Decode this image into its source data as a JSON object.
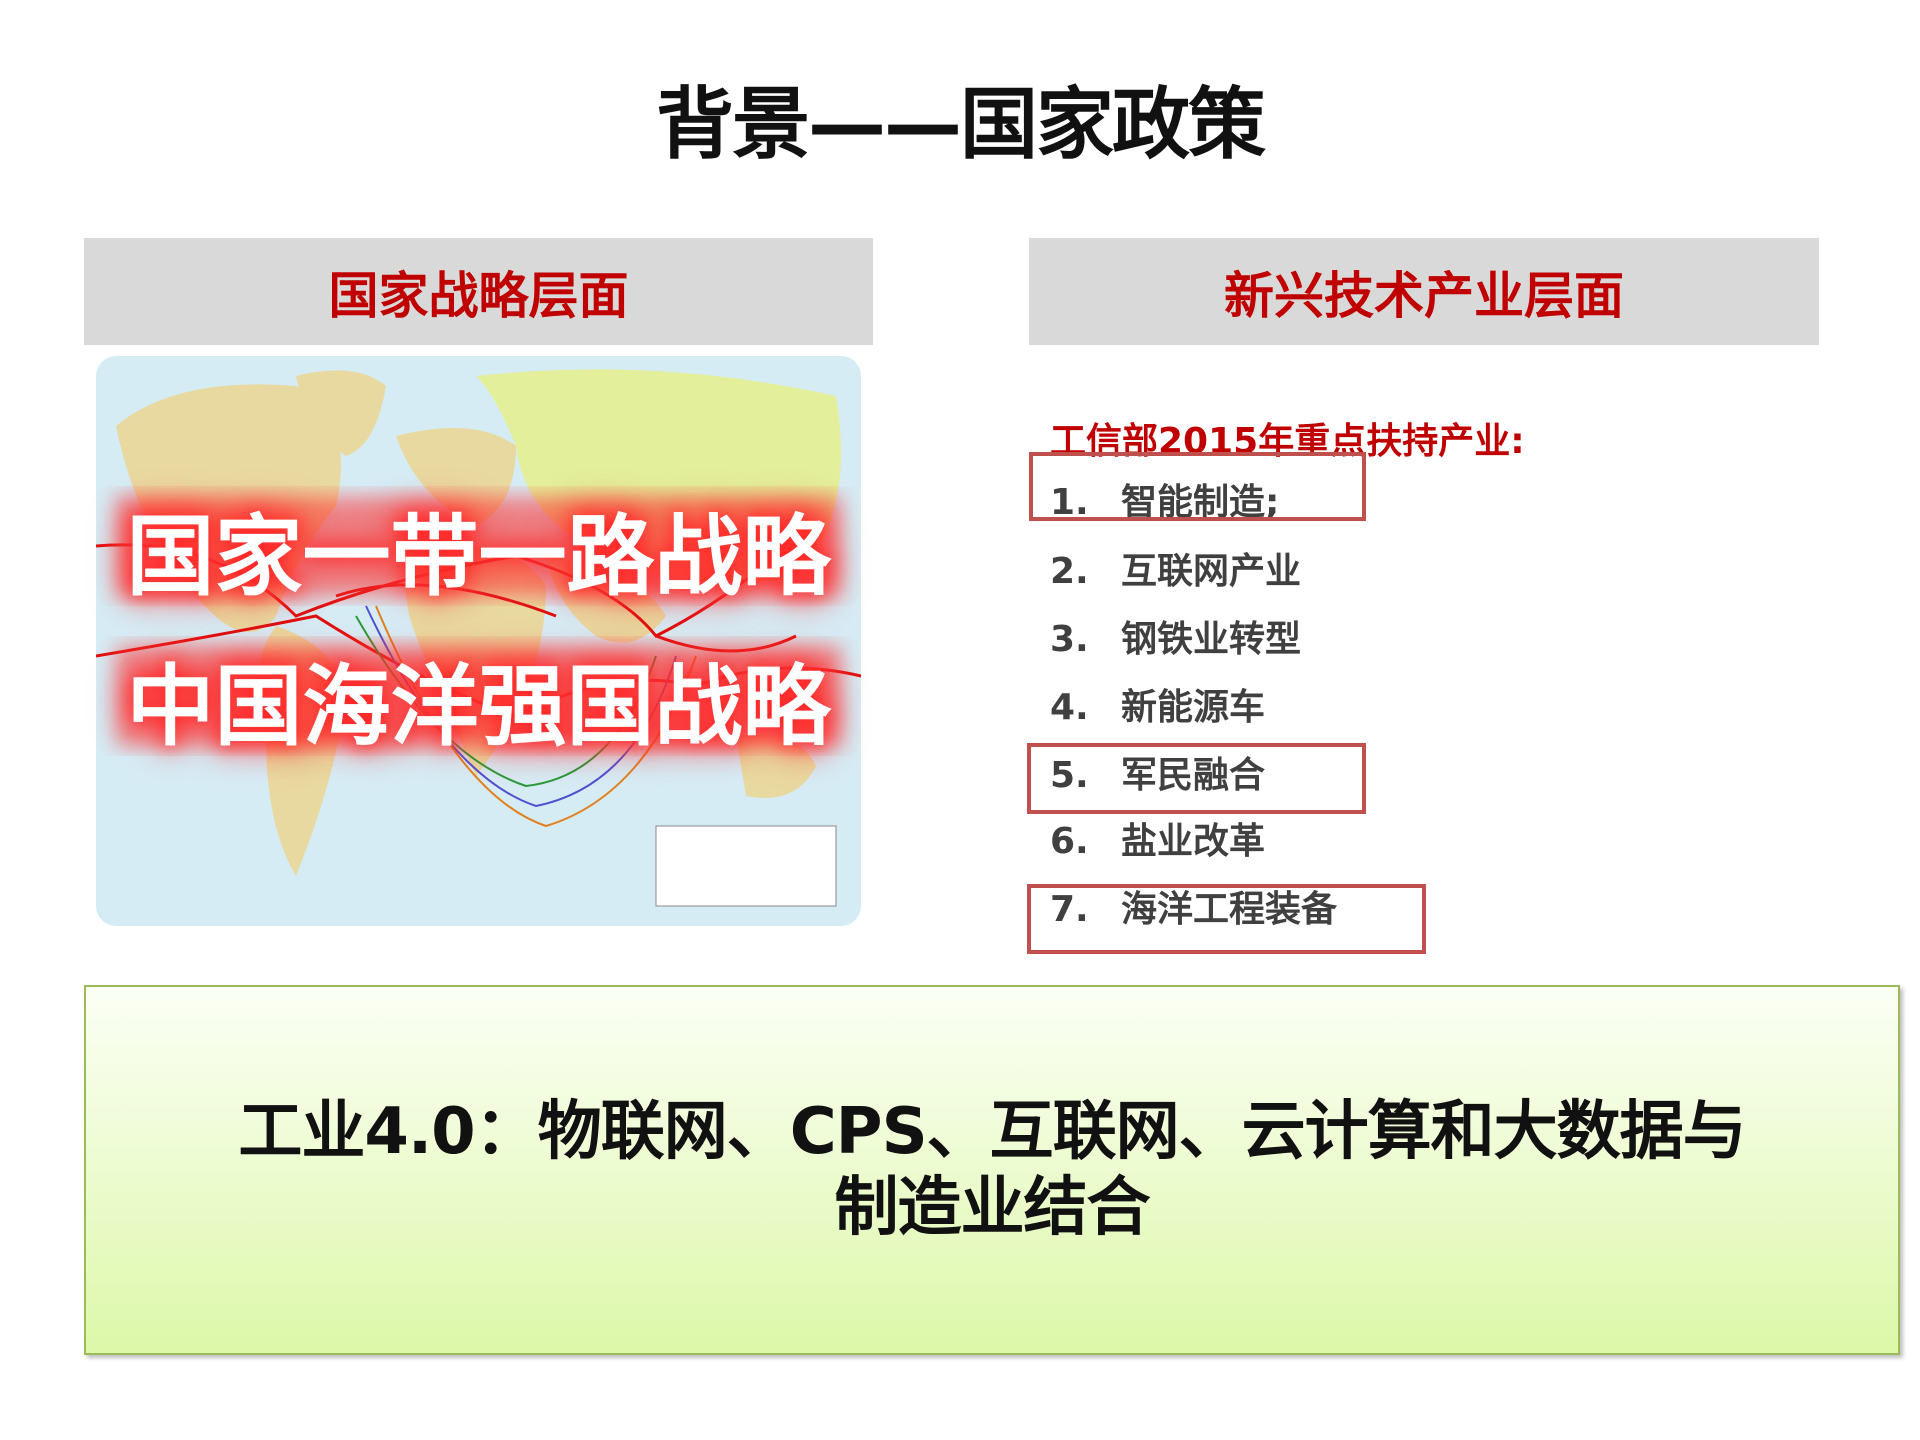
{
  "title": "背景——国家政策",
  "left_panel": {
    "header": "国家战略层面",
    "overlay_lines": [
      "国家一带一路战略",
      "中国海洋强国战略"
    ]
  },
  "right_panel": {
    "header": "新兴技术产业层面",
    "list_heading": "工信部2015年重点扶持产业:",
    "items": [
      {
        "num": "1.",
        "text": "智能制造;",
        "highlighted": true
      },
      {
        "num": "2.",
        "text": "互联网产业",
        "highlighted": false
      },
      {
        "num": "3.",
        "text": "钢铁业转型",
        "highlighted": false
      },
      {
        "num": "4.",
        "text": "新能源车",
        "highlighted": false
      },
      {
        "num": "5.",
        "text": "军民融合",
        "highlighted": true
      },
      {
        "num": "6.",
        "text": "盐业改革",
        "highlighted": false
      },
      {
        "num": "7.",
        "text": "海洋工程装备",
        "highlighted": true
      }
    ]
  },
  "bottom_box": {
    "lines": [
      "工业4.0：物联网、CPS、互联网、云计算和大数据与",
      "制造业结合"
    ]
  },
  "colors": {
    "accent_red": "#c00000",
    "highlight_border": "#c0504d",
    "green_border": "#9bbb59",
    "header_gray": "#d9d9d9"
  }
}
